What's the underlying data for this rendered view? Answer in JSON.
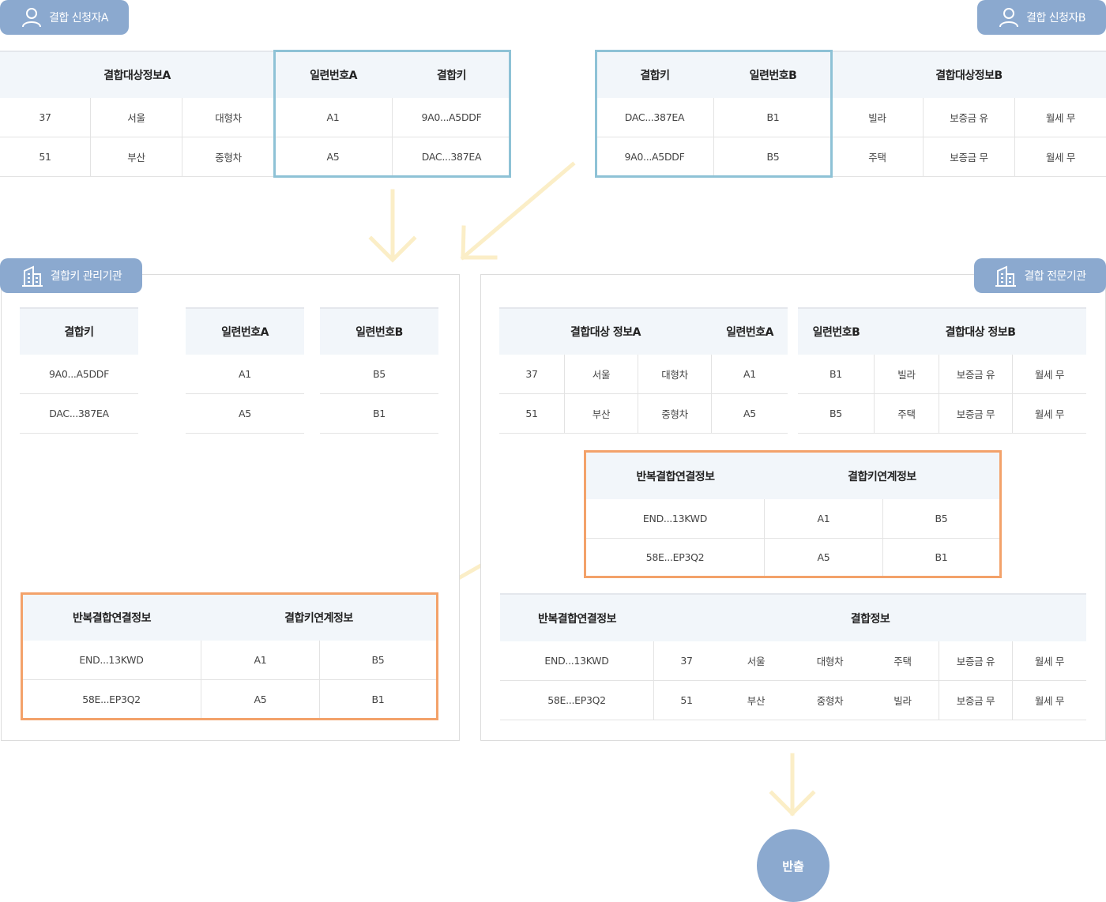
{
  "badges": {
    "applicant_a": "결합 신청자A",
    "applicant_b": "결합 신청자B",
    "key_agency": "결합키 관리기관",
    "expert_agency": "결합 전문기관"
  },
  "table_a": {
    "headers": [
      "결합대상정보A",
      "일련번호A",
      "결합키"
    ],
    "rows": [
      [
        "37",
        "서울",
        "대형차",
        "A1",
        "9A0...A5DDF"
      ],
      [
        "51",
        "부산",
        "중형차",
        "A5",
        "DAC...387EA"
      ]
    ]
  },
  "table_b": {
    "headers": [
      "결합키",
      "일련번호B",
      "결합대상정보B"
    ],
    "rows": [
      [
        "DAC...387EA",
        "B1",
        "빌라",
        "보증금 유",
        "월세 무"
      ],
      [
        "9A0...A5DDF",
        "B5",
        "주택",
        "보증금 무",
        "월세 무"
      ]
    ]
  },
  "key_agency": {
    "key_table": {
      "headers": [
        "결합키",
        "일련번호A",
        "일련번호B"
      ],
      "rows": [
        [
          "9A0...A5DDF",
          "A1",
          "B5"
        ],
        [
          "DAC...387EA",
          "A5",
          "B1"
        ]
      ]
    },
    "link_table": {
      "headers": [
        "반복결합연결정보",
        "결합키연계정보"
      ],
      "rows": [
        [
          "END...13KWD",
          "A1",
          "B5"
        ],
        [
          "58E...EP3Q2",
          "A5",
          "B1"
        ]
      ]
    }
  },
  "expert_agency": {
    "table_a": {
      "headers": [
        "결합대상 정보A",
        "일련번호A"
      ],
      "rows": [
        [
          "37",
          "서울",
          "대형차",
          "A1"
        ],
        [
          "51",
          "부산",
          "중형차",
          "A5"
        ]
      ]
    },
    "table_b": {
      "headers": [
        "일련번호B",
        "결합대상 정보B"
      ],
      "rows": [
        [
          "B1",
          "빌라",
          "보증금 유",
          "월세 무"
        ],
        [
          "B5",
          "주택",
          "보증금 무",
          "월세 무"
        ]
      ]
    },
    "link_table": {
      "headers": [
        "반복결합연결정보",
        "결합키연계정보"
      ],
      "rows": [
        [
          "END...13KWD",
          "A1",
          "B5"
        ],
        [
          "58E...EP3Q2",
          "A5",
          "B1"
        ]
      ]
    },
    "result_table": {
      "headers": [
        "반복결합연결정보",
        "결합정보"
      ],
      "rows": [
        [
          "END...13KWD",
          "37",
          "서울",
          "대형차",
          "주택",
          "보증금 유",
          "월세 무"
        ],
        [
          "58E...EP3Q2",
          "51",
          "부산",
          "중형차",
          "빌라",
          "보증금 무",
          "월세 무"
        ]
      ]
    }
  },
  "export_label": "반출",
  "colors": {
    "badge": "#8ba9cf",
    "header_bg": "#f2f6fa",
    "highlight_blue": "#8ec2d6",
    "highlight_orange": "#f3a26a",
    "arrow": "#fbeec7"
  }
}
